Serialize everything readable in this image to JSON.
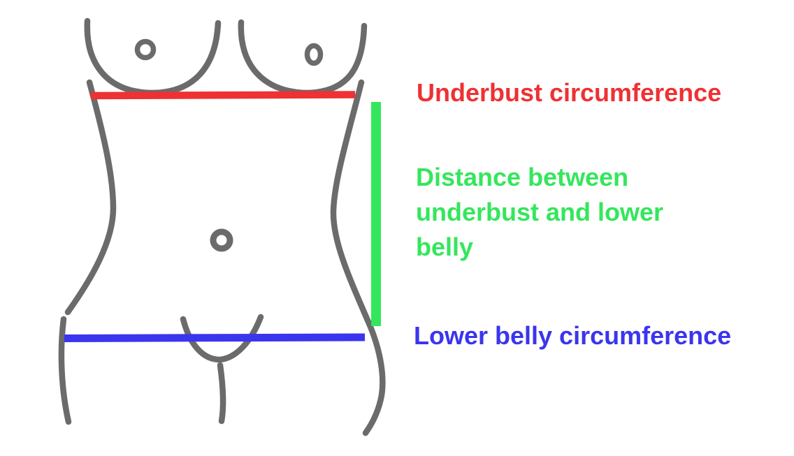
{
  "labels": {
    "underbust": {
      "text": "Underbust circumference"
    },
    "distance": {
      "lines": {
        "0": "Distance between",
        "1": "underbust and lower",
        "2": "belly"
      }
    },
    "lower_belly": {
      "text": "Lower belly circumference"
    }
  },
  "colors": {
    "red": "#ee3133",
    "green": "#34e65c",
    "blue": "#3b35ed",
    "gray": "#6b6b6b",
    "background": "#ffffff"
  }
}
